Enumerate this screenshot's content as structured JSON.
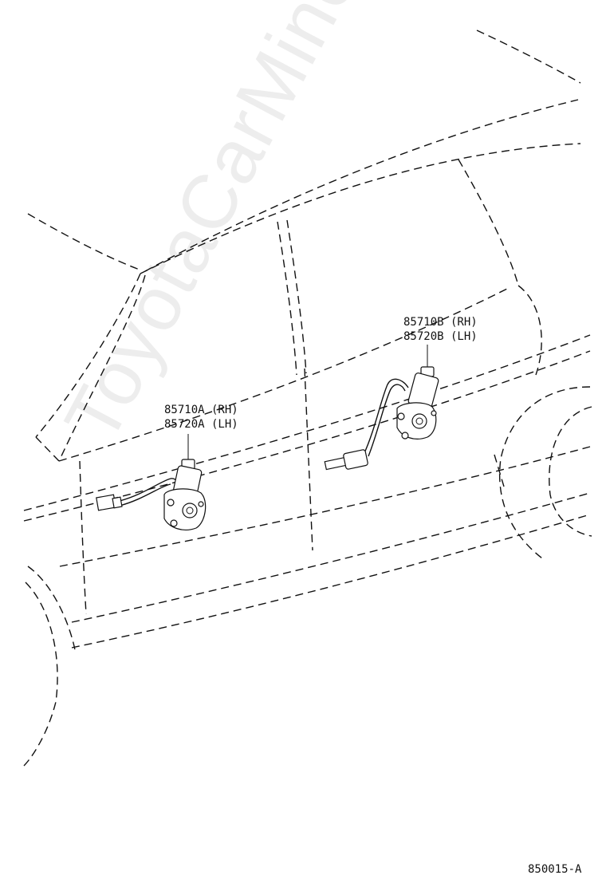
{
  "labels": {
    "front_motor_rh": "85710A (RH)",
    "front_motor_lh": "85720A (LH)",
    "rear_motor_rh": "85710B (RH)",
    "rear_motor_lh": "85720B (LH)",
    "diagram_code": "850015-A"
  },
  "watermark": "ToyotaCarMine.ru"
}
